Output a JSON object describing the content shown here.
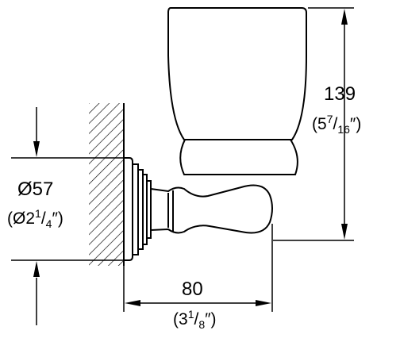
{
  "dimensions": {
    "height": {
      "metric": "139",
      "imperial_open": "(5",
      "imperial_num": "7",
      "imperial_den": "16",
      "imperial_close": "″)"
    },
    "diameter": {
      "metric": "Ø57",
      "imperial_open": "(Ø2",
      "imperial_num": "1",
      "imperial_den": "4",
      "imperial_close": "″)"
    },
    "projection": {
      "metric": "80",
      "imperial_open": "(3",
      "imperial_num": "1",
      "imperial_den": "8",
      "imperial_close": "″)"
    }
  },
  "colors": {
    "line": "#000000",
    "background": "#ffffff"
  }
}
